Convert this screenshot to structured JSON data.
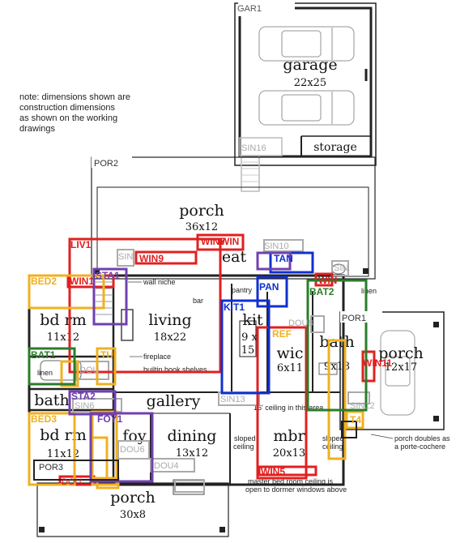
{
  "note": {
    "lines": [
      "note: dimensions shown are",
      "construction dimensions",
      "as shown on the working",
      "drawings"
    ]
  },
  "rooms": {
    "garage": {
      "name": "garage",
      "dim": "22x25"
    },
    "storage": {
      "name": "storage"
    },
    "porch_front": {
      "name": "porch",
      "dim": "36x12"
    },
    "eat": {
      "name": "eat"
    },
    "living": {
      "name": "living",
      "dim": "18x22"
    },
    "kit": {
      "name": "kit",
      "dim1": "9 x",
      "dim2": "15"
    },
    "wic": {
      "name": "wic",
      "dim": "6x11"
    },
    "bath_right": {
      "name": "bath",
      "dim": "9x18"
    },
    "porch_side": {
      "name": "porch",
      "dim": "12x17"
    },
    "bd_rm_upper": {
      "name": "bd rm",
      "dim": "11x12"
    },
    "bath_left": {
      "name": "bath"
    },
    "gallery": {
      "name": "gallery"
    },
    "bd_rm_lower": {
      "name": "bd rm",
      "dim": "11x12"
    },
    "foy": {
      "name": "foy"
    },
    "dining": {
      "name": "dining",
      "dim": "13x12"
    },
    "mbr": {
      "name": "mbr",
      "dim": "20x13"
    },
    "porch_bottom": {
      "name": "porch",
      "dim": "30x8"
    }
  },
  "annotations": {
    "wall_niche": "wall niche",
    "bar": "bar",
    "pantry": "pantry",
    "fireplace": "fireplace",
    "builtin": "builtin book shelves",
    "linen": "linen",
    "linen_left": "linen",
    "ceiling_16": "16' ceiling in this area",
    "sloped_left": [
      "sloped",
      "ceiling"
    ],
    "sloped_right": [
      "sloped",
      "ceiling"
    ],
    "porch_cochere": [
      "porch doubles as",
      "a porte-cochere"
    ],
    "master_ceiling": [
      "master bed room ceiling is",
      "open to dormer windows above"
    ]
  },
  "tags": {
    "GAR1": "GAR1",
    "POR2": "POR2",
    "POR1": "POR1",
    "POR3": "POR3",
    "SIN16": "SIN16",
    "LIV1": "LIV1",
    "WIN9": "WIN9",
    "WIN7": "WIN7",
    "WIN": "WIN",
    "SIN10": "SIN10",
    "STA1": "STA1",
    "SIN_a": "SIN",
    "SIN_b": "SIN",
    "BED2": "BED2",
    "WIN1": "WIN1",
    "TAN": "TAN",
    "PAN": "PAN",
    "KIT1": "KIT1",
    "BAT2": "BAT2",
    "REF": "REF",
    "DOU8": "DOU8",
    "WIN11": "WIN11",
    "BAT1": "BAT1",
    "TU": "TU",
    "DOU": "DOU",
    "SIN13": "SIN13",
    "SIN12": "SIN12",
    "STA2": "STA2",
    "SIN6": "SIN6",
    "BED3": "BED3",
    "FOY1": "FOY1",
    "DOU6": "DOU6",
    "DOU4": "DOU4",
    "WIN5": "WIN5",
    "WIN_b": "WIN",
    "T4": "T4",
    "DOU_c": "DOU"
  }
}
